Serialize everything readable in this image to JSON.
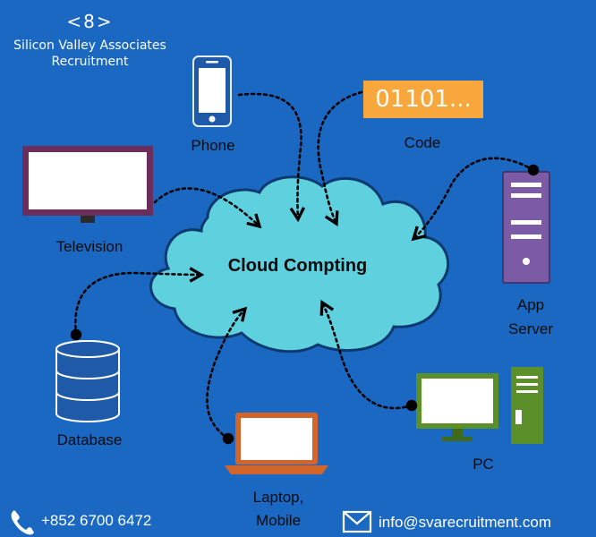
{
  "brand": {
    "logo_text": "<8>",
    "name_line1": "Silicon Valley Associates",
    "name_line2": "Recruitment"
  },
  "diagram": {
    "center": "Cloud Compting",
    "nodes": {
      "phone": "Phone",
      "code": "Code",
      "code_display": "01101...",
      "television": "Television",
      "app_server_line1": "App",
      "app_server_line2": "Server",
      "database": "Database",
      "laptop_line1": "Laptop,",
      "laptop_line2": "Mobile",
      "pc": "PC"
    }
  },
  "footer": {
    "phone": "+852 6700 6472",
    "email": "info@svarecruitment.com"
  },
  "colors": {
    "background": "#1a68c2",
    "cloud_fill": "#5fd0de",
    "cloud_stroke": "#0d3a6e",
    "code_box": "#f7a73b",
    "tv_frame": "#6b2d5c",
    "server": "#7b5aa6",
    "database": "#1f5aa8",
    "laptop": "#d4652a",
    "pc_green": "#5b8f2a"
  }
}
